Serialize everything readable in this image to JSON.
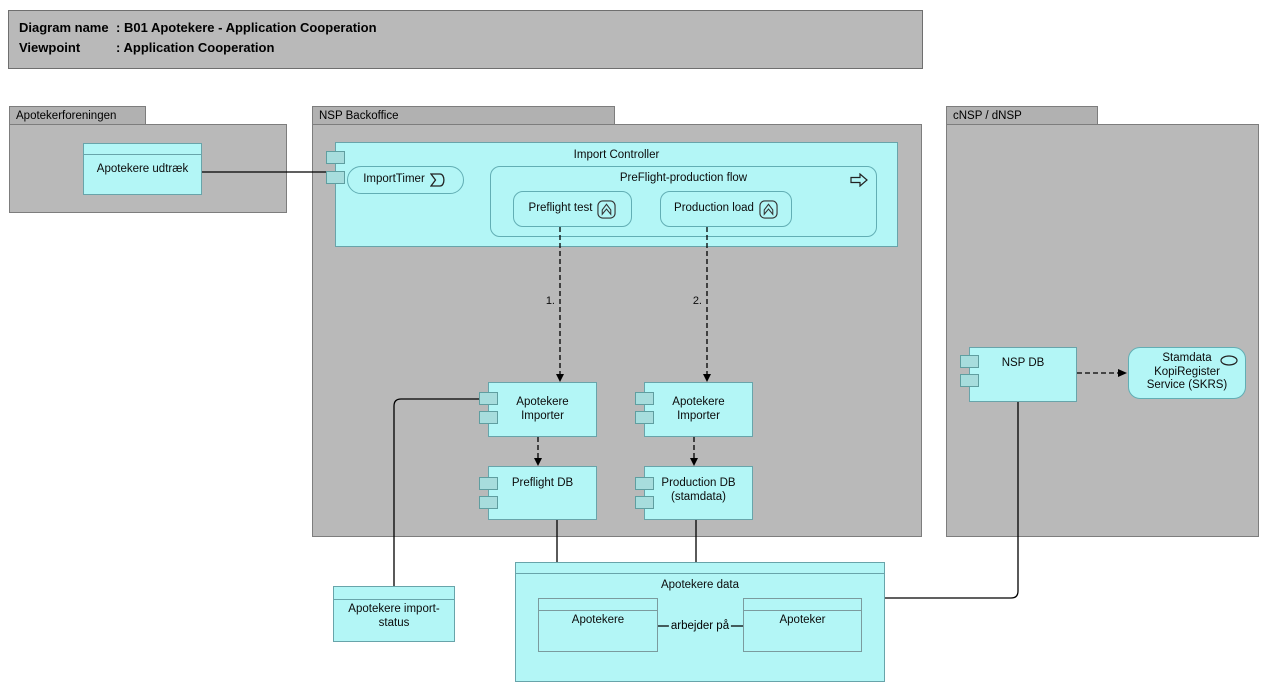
{
  "title": {
    "rows": [
      {
        "label": "Diagram name",
        "sep": ":",
        "value": "B01 Apotekere - Application Cooperation"
      },
      {
        "label": "Viewpoint",
        "sep": ":",
        "value": "Application Cooperation"
      }
    ]
  },
  "groups": {
    "apotekerforeningen": {
      "label": "Apotekerforeningen"
    },
    "nsp_backoffice": {
      "label": "NSP Backoffice"
    },
    "cnsp_dnsp": {
      "label": "cNSP / dNSP"
    }
  },
  "nodes": {
    "apotekere_udtraek": {
      "label": "Apotekere udtræk"
    },
    "import_controller": {
      "label": "Import Controller"
    },
    "import_timer": {
      "label": "ImportTimer",
      "icon": "event-icon"
    },
    "preflight_production_flow": {
      "label": "PreFlight-production flow",
      "icon": "process-arrow-icon"
    },
    "preflight_test": {
      "label": "Preflight test",
      "icon": "function-icon"
    },
    "production_load": {
      "label": "Production load",
      "icon": "function-icon"
    },
    "apotekere_importer_1": {
      "label": "Apotekere Importer"
    },
    "apotekere_importer_2": {
      "label": "Apotekere Importer"
    },
    "preflight_db": {
      "label": "Preflight DB"
    },
    "production_db": {
      "label": "Production DB (stamdata)"
    },
    "nsp_db": {
      "label": "NSP DB"
    },
    "skrs": {
      "label": "Stamdata KopiRegister Service (SKRS)",
      "icon": "service-icon"
    },
    "apotekere_import_status": {
      "label": "Apotekere import-status"
    },
    "apotekere_data": {
      "label": "Apotekere data"
    },
    "apotekere_obj": {
      "label": "Apotekere"
    },
    "apoteker_obj": {
      "label": "Apoteker"
    }
  },
  "connectors": {
    "flow1_label": "1.",
    "flow2_label": "2.",
    "arbejder_label": "arbejder på"
  },
  "colors": {
    "node_fill": "#b3f6f6",
    "node_border": "#68a4aa",
    "port_fill": "#a7dddd",
    "group_fill": "#b9b9b9",
    "group_border": "#7d7d7d",
    "connector": "#000000"
  }
}
